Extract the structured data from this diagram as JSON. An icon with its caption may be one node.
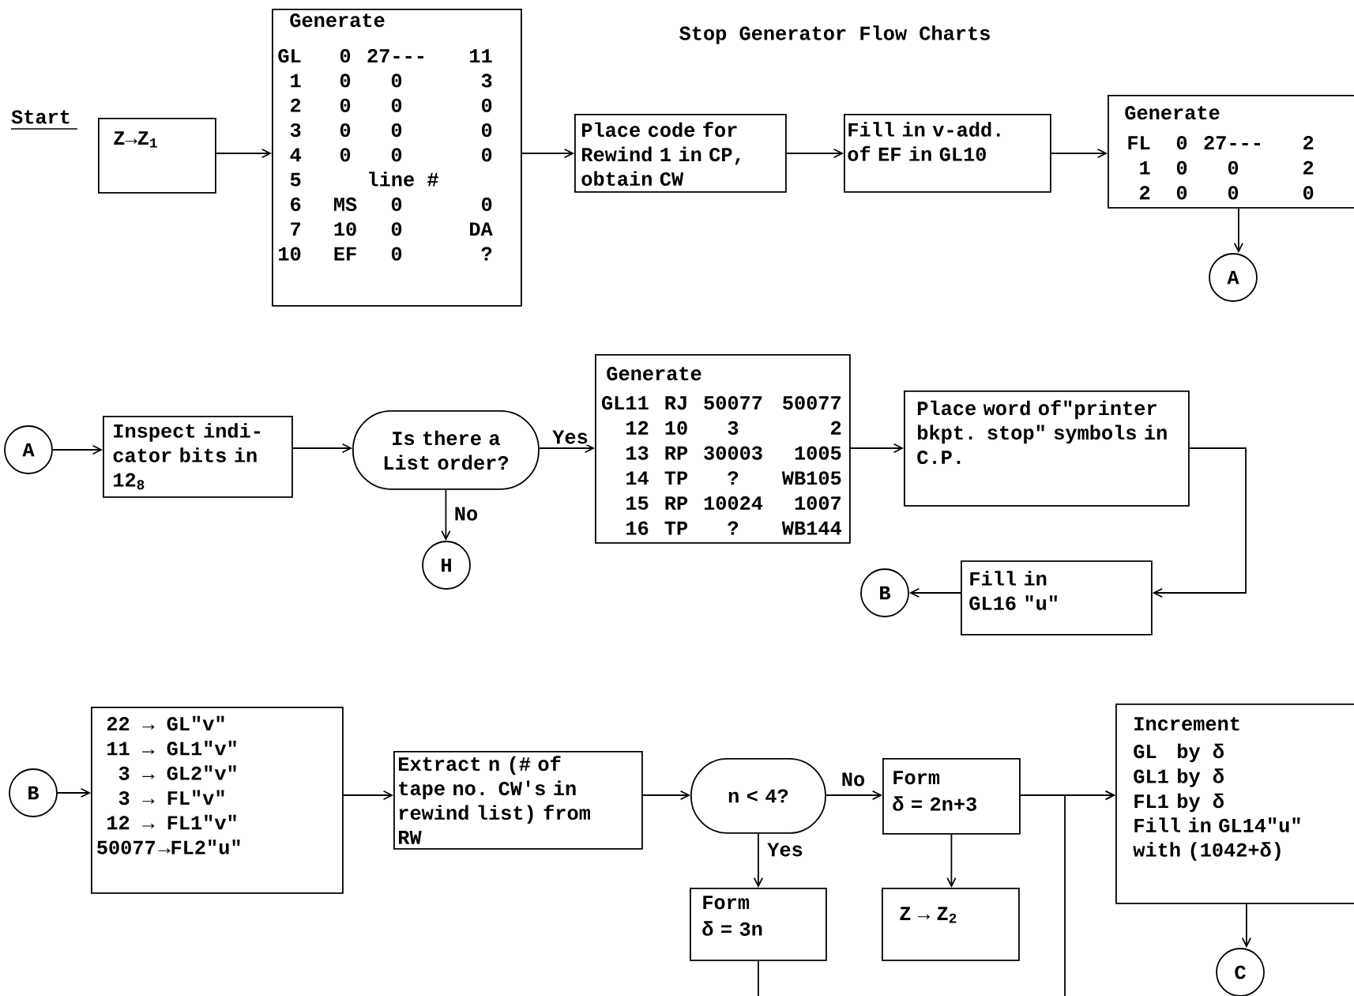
{
  "diagram": {
    "title": "Stop Generator Flow Charts",
    "nodes": [
      {
        "text": [
          "Z→Z$_{1}$"
        ]
      },
      {
        "text": [
          "Generate",
          "GL",
          "0",
          "27---",
          "11",
          "1",
          "0",
          "0",
          "3",
          "2",
          "0",
          "0",
          "0",
          "3",
          "0",
          "0",
          "0",
          "4",
          "0",
          "0",
          "0",
          "5",
          "line #",
          "6",
          "MS",
          "0",
          "0",
          "7",
          "10",
          "0",
          "DA",
          "10",
          "EF",
          "0",
          "?"
        ]
      },
      {
        "text": [
          "Place code for Rewind 1 in CP, obtain CW"
        ]
      },
      {
        "text": [
          "Fill in v-add. of EF in GL10"
        ]
      },
      {
        "text": [
          "Generate",
          "FL",
          "0",
          "27---",
          "2",
          "1",
          "0",
          "0",
          "2",
          "2",
          "0",
          "0",
          "0"
        ]
      },
      {
        "text": [
          "A"
        ]
      },
      {
        "text": [
          "A"
        ]
      },
      {
        "text": [
          "Inspect indi- cator bits in 12$_{8}$"
        ]
      },
      {
        "text": [
          "Is there a List order?"
        ]
      },
      {
        "text": [
          "H"
        ]
      },
      {
        "text": [
          "Generate",
          "GL11",
          "RJ",
          "50077",
          "50077",
          "12",
          "10",
          "3",
          "2",
          "13",
          "RP",
          "30003",
          "1005",
          "14",
          "TP",
          "?",
          "WB105",
          "15",
          "RP",
          "10024",
          "1007",
          "16",
          "TP",
          "?",
          "WB144"
        ]
      },
      {
        "text": [
          "Place word of\"printer bkpt. stop\" symbols in C.P."
        ]
      },
      {
        "text": [
          "Fill in GL16 \"u\""
        ]
      },
      {
        "text": [
          "B"
        ]
      },
      {
        "text": [
          "B"
        ]
      },
      {
        "text": [
          "22",
          "→ GL\"v\"",
          "11",
          "→ GL1\"v\"",
          "3",
          "→ GL2\"v\"",
          "3",
          "→ FL\"v\"",
          "12",
          "→ FL1\"v\"",
          "50077",
          "→FL2\"u\""
        ]
      },
      {
        "text": [
          "Extract n (# of tape no. CW's in rewind list) from RW"
        ]
      },
      {
        "text": [
          "n < 4?"
        ]
      },
      {
        "text": [
          "Form",
          "δ = 2n+3"
        ]
      },
      {
        "text": [
          "Form",
          "δ = 3n"
        ]
      },
      {
        "text": [
          "Z → Z$_{2}$"
        ]
      },
      {
        "text": [
          "Increment",
          "GL",
          "by δ",
          "GL1",
          "by δ",
          "FL1",
          "by δ",
          "Fill in GL14\"u\" with (1042+δ)"
        ]
      },
      {
        "text": [
          "C"
        ]
      }
    ],
    "edges": [
      {
        "from": 0,
        "to": 1,
        "arrow": "to"
      },
      {
        "from": 1,
        "to": 2,
        "arrow": "to"
      },
      {
        "from": 2,
        "to": 3,
        "arrow": "to"
      },
      {
        "from": 3,
        "to": 4,
        "arrow": "to"
      },
      {
        "from": 4,
        "to": 5,
        "arrow": "to"
      },
      {
        "from": 6,
        "to": 7,
        "arrow": "to"
      },
      {
        "from": 7,
        "to": 8,
        "arrow": "to"
      },
      {
        "from": 8,
        "to": 10,
        "arrow": "to",
        "label": "Yes"
      },
      {
        "from": 8,
        "to": 9,
        "arrow": "to",
        "label": "No"
      },
      {
        "from": 10,
        "to": 11,
        "arrow": "to"
      },
      {
        "from": 11,
        "to": 12,
        "arrow": "to"
      },
      {
        "from": 12,
        "to": 13,
        "arrow": "to"
      },
      {
        "from": 14,
        "to": 15,
        "arrow": "to"
      },
      {
        "from": 15,
        "to": 16,
        "arrow": "to"
      },
      {
        "from": 16,
        "to": 17,
        "arrow": "to"
      },
      {
        "from": 17,
        "to": 18,
        "arrow": "to",
        "label": "No"
      },
      {
        "from": 17,
        "to": 19,
        "arrow": "to",
        "label": "Yes"
      },
      {
        "from": 18,
        "to": 20,
        "arrow": "to"
      },
      {
        "from": 18,
        "to": 21,
        "arrow": "to"
      },
      {
        "from": 21,
        "to": 22,
        "arrow": "to"
      },
      {
        "from": 19,
        "to": null,
        "arrow": "none"
      },
      {
        "from": null,
        "to": 21,
        "arrow": "to"
      }
    ],
    "labels": [
      "Start"
    ]
  }
}
